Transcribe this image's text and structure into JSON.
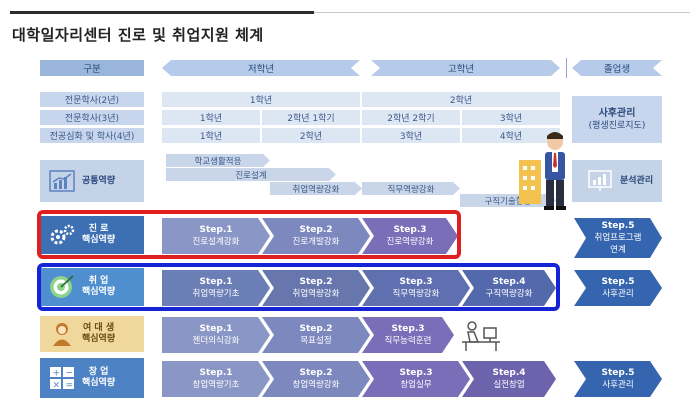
{
  "title": "대학일자리센터 진로 및 취업지원 체계",
  "header": {
    "category": "구분",
    "lower_years": "저학년",
    "upper_years": "고학년",
    "graduates": "졸업생"
  },
  "grid_rows": [
    {
      "label": "전문학사(2년)",
      "cells": [
        "1학년",
        "2학년"
      ]
    },
    {
      "label": "전문학사(3년)",
      "cells": [
        "1학년",
        "2학년 1학기",
        "2학년 2학기",
        "3학년"
      ]
    },
    {
      "label": "전공심화 및 학사(4년)",
      "cells": [
        "1학년",
        "2학년",
        "3학년",
        "4학년"
      ]
    }
  ],
  "after_care": {
    "title": "사후관리",
    "subtitle": "(평생진로지도)"
  },
  "common": {
    "label": "공통역량",
    "bars": [
      "학교생활적응",
      "진로설계",
      "취업역량강화",
      "직무역량강화",
      "구직기술향상"
    ],
    "right": "분석관리"
  },
  "career": {
    "label_line1": "진      로",
    "label_line2": "핵심역량",
    "steps": [
      {
        "step": "Step.1",
        "text": "진로설계강화"
      },
      {
        "step": "Step.2",
        "text": "진로개발강화"
      },
      {
        "step": "Step.3",
        "text": "진로역량강화"
      }
    ],
    "final": {
      "step": "Step.5",
      "text": "취업프로그램\n연계"
    }
  },
  "employment": {
    "label_line1": "취      업",
    "label_line2": "핵심역량",
    "steps": [
      {
        "step": "Step.1",
        "text": "취업역량기초"
      },
      {
        "step": "Step.2",
        "text": "취업역량강화"
      },
      {
        "step": "Step.3",
        "text": "직무역량강화"
      },
      {
        "step": "Step.4",
        "text": "구직역량강화"
      }
    ],
    "final": {
      "step": "Step.5",
      "text": "사후관리"
    }
  },
  "female": {
    "label": "여 대 생\n핵심역량",
    "steps": [
      {
        "step": "Step.1",
        "text": "젠더의식강화"
      },
      {
        "step": "Step.2",
        "text": "목표설정"
      },
      {
        "step": "Step.3",
        "text": "직무능력훈련"
      }
    ]
  },
  "startup": {
    "label_line1": "창      업",
    "label_line2": "핵심역량",
    "steps": [
      {
        "step": "Step.1",
        "text": "창업역량기초"
      },
      {
        "step": "Step.2",
        "text": "창업역량강화"
      },
      {
        "step": "Step.3",
        "text": "창업실무"
      },
      {
        "step": "Step.4",
        "text": "실전창업"
      }
    ],
    "final": {
      "step": "Step.5",
      "text": "사후관리"
    }
  }
}
